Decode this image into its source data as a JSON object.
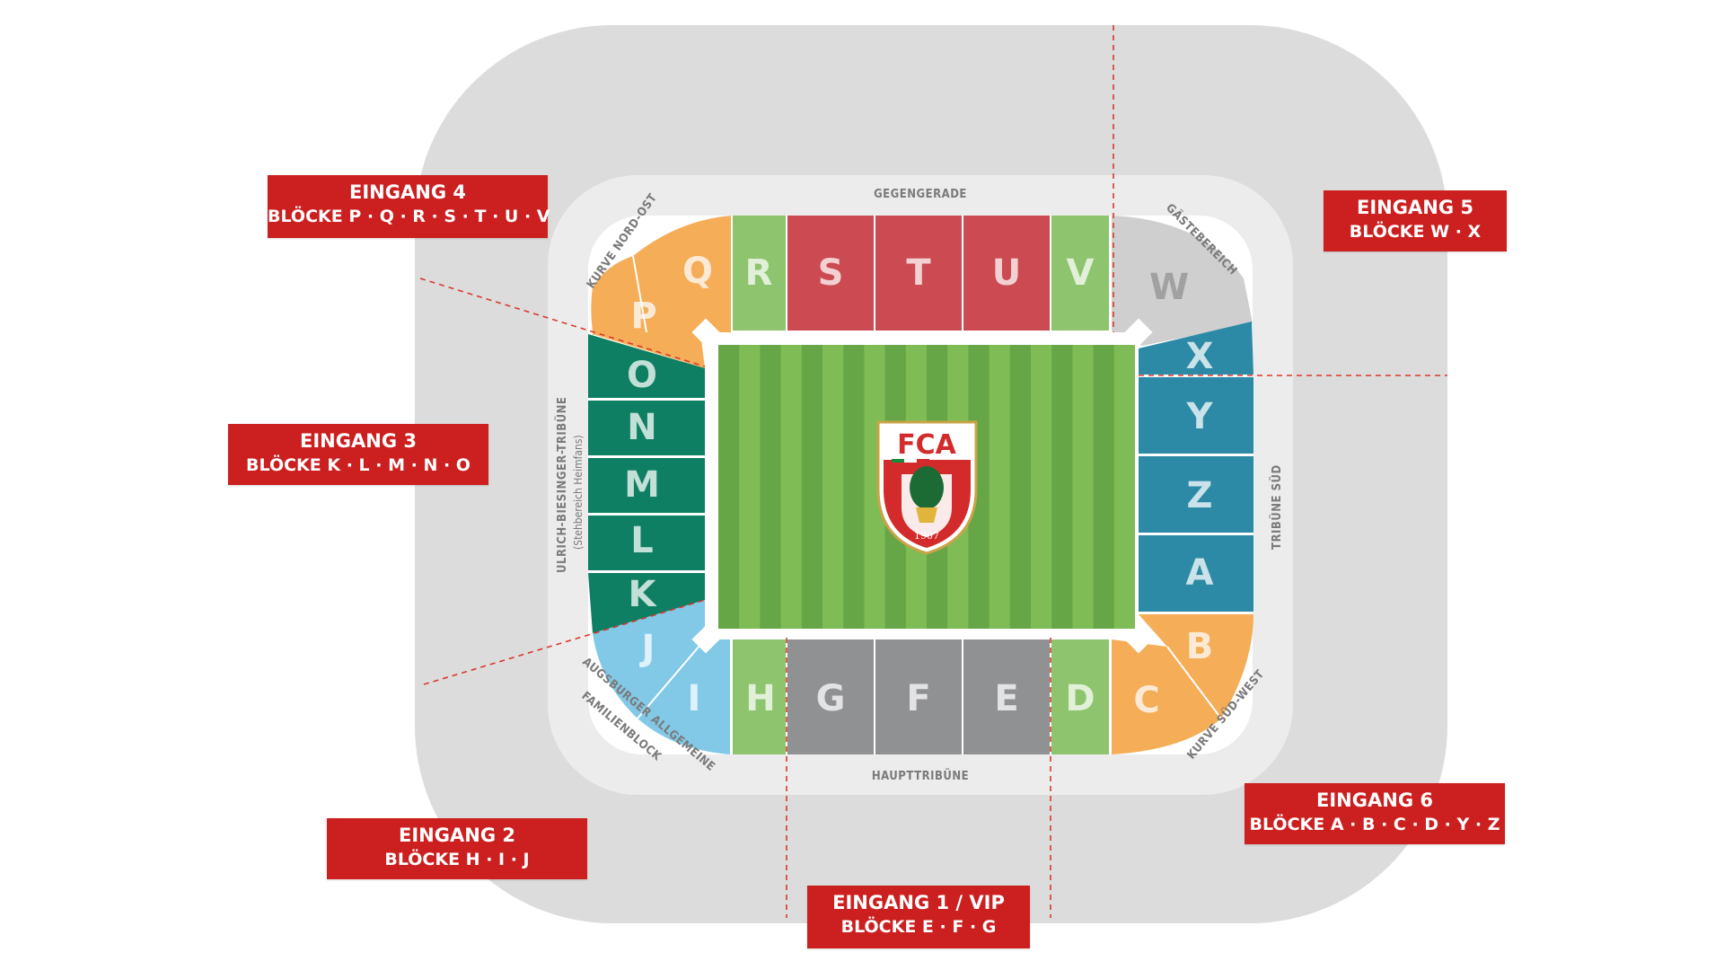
{
  "colors": {
    "outer_area": "#dcdcdc",
    "stand_ring": "#ececec",
    "orange": "#f5ad57",
    "light_green": "#8dc46d",
    "red": "#cc4a51",
    "dark_green": "#0e7f63",
    "light_blue": "#82c9e8",
    "petrol": "#2c8aa6",
    "grey": "#8f9193",
    "away_grey": "#cfcfcf",
    "pitch_dark": "#67a646",
    "pitch_light": "#7fbc56",
    "entrance_red": "#cc1f1f",
    "dashed_line": "#d9382e"
  },
  "stands": {
    "gegengerade": "GEGENGERADE",
    "haupttribuene": "HAUPTTRIBÜNE",
    "kurve_nord_ost": "KURVE NORD-OST",
    "gaestebereich": "GÄSTEBEREICH",
    "tribuene_sued": "TRIBÜNE SÜD",
    "kurve_sued_west": "KURVE SÜD-WEST",
    "ulrich_biesinger": "ULRICH-BIESINGER-TRIBÜNE",
    "stehbereich": "(Stehbereich Heimfans)",
    "familienblock_line1": "AUGSBURGER ALLGEMEINE",
    "familienblock_line2": "FAMILIENBLOCK"
  },
  "blocks": {
    "P": "P",
    "Q": "Q",
    "R": "R",
    "S": "S",
    "T": "T",
    "U": "U",
    "V": "V",
    "W": "W",
    "X": "X",
    "Y": "Y",
    "Z": "Z",
    "A": "A",
    "B": "B",
    "C": "C",
    "D": "D",
    "E": "E",
    "F": "F",
    "G": "G",
    "H": "H",
    "I": "I",
    "J": "J",
    "K": "K",
    "L": "L",
    "M": "M",
    "N": "N",
    "O": "O"
  },
  "logo": {
    "text": "FCA",
    "year": "1907"
  },
  "entrances": [
    {
      "title": "EINGANG 4",
      "blocks": "BLÖCKE P · Q · R · S · T · U · V"
    },
    {
      "title": "EINGANG 5",
      "blocks": "BLÖCKE W · X"
    },
    {
      "title": "EINGANG 3",
      "blocks": "BLÖCKE K · L · M · N · O"
    },
    {
      "title": "EINGANG 6",
      "blocks": "BLÖCKE A · B · C · D · Y · Z"
    },
    {
      "title": "EINGANG 2",
      "blocks": "BLÖCKE H · I · J"
    },
    {
      "title": "EINGANG 1 / VIP",
      "blocks": "BLÖCKE E · F · G"
    }
  ]
}
